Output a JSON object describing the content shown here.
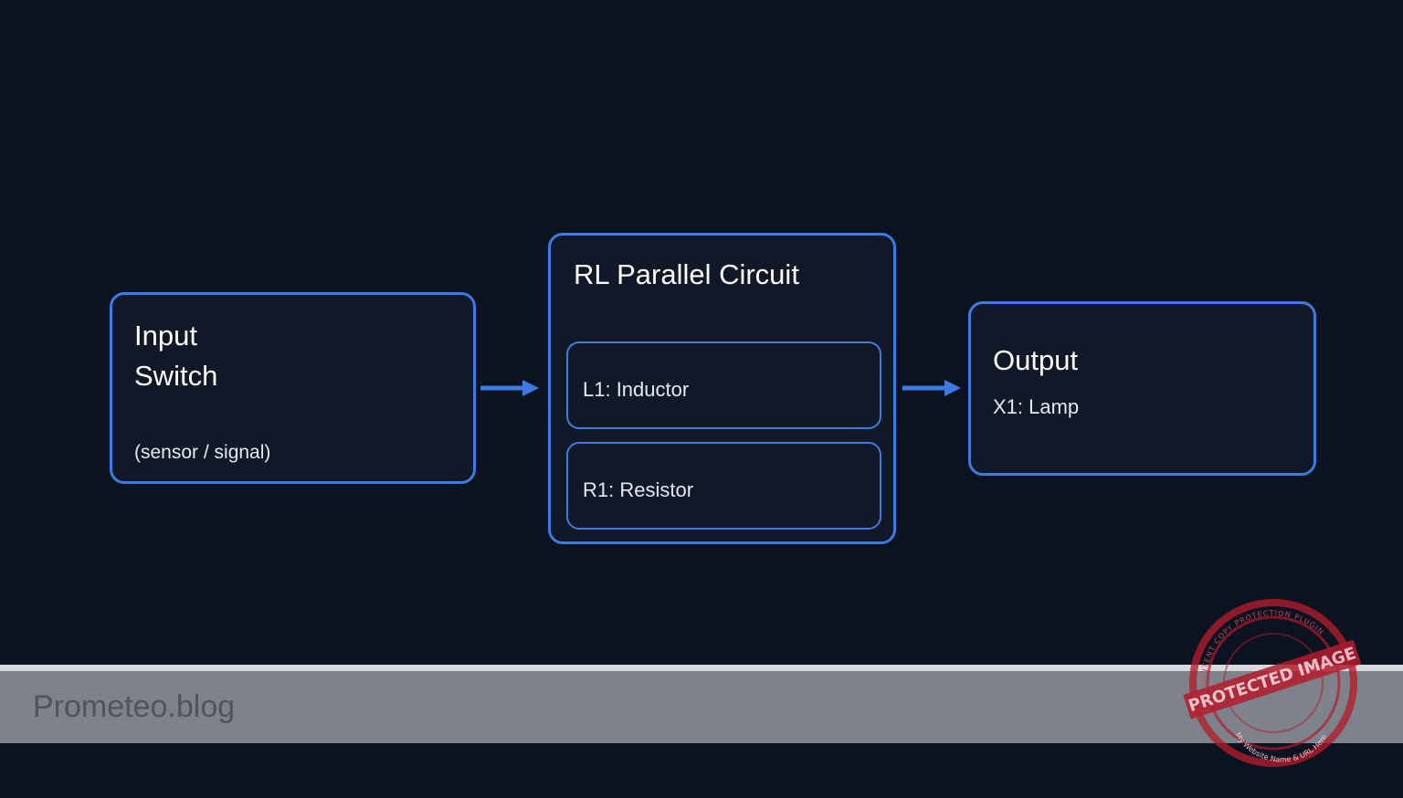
{
  "blocks": {
    "input": {
      "title_line1": "Input",
      "title_line2": "Switch",
      "subtitle": "(sensor / signal)"
    },
    "circuit": {
      "title": "RL Parallel Circuit",
      "components": [
        {
          "label": "L1: Inductor"
        },
        {
          "label": "R1: Resistor"
        }
      ]
    },
    "output": {
      "title": "Output",
      "item": "X1: Lamp"
    }
  },
  "footer": {
    "brand": "Prometeo.blog"
  },
  "stamp": {
    "main_text": "PROTECTED IMAGE",
    "ring_top": "CONTENT COPY PROTECTION PLUGIN",
    "ring_bottom": "My Website Name & URL Here"
  },
  "colors": {
    "background": "#0b1220",
    "box_fill": "#111827",
    "accent": "#3d7be0",
    "footer_band": "#7d828b",
    "footer_text": "#4f5560",
    "stamp": "#b31c2c"
  }
}
